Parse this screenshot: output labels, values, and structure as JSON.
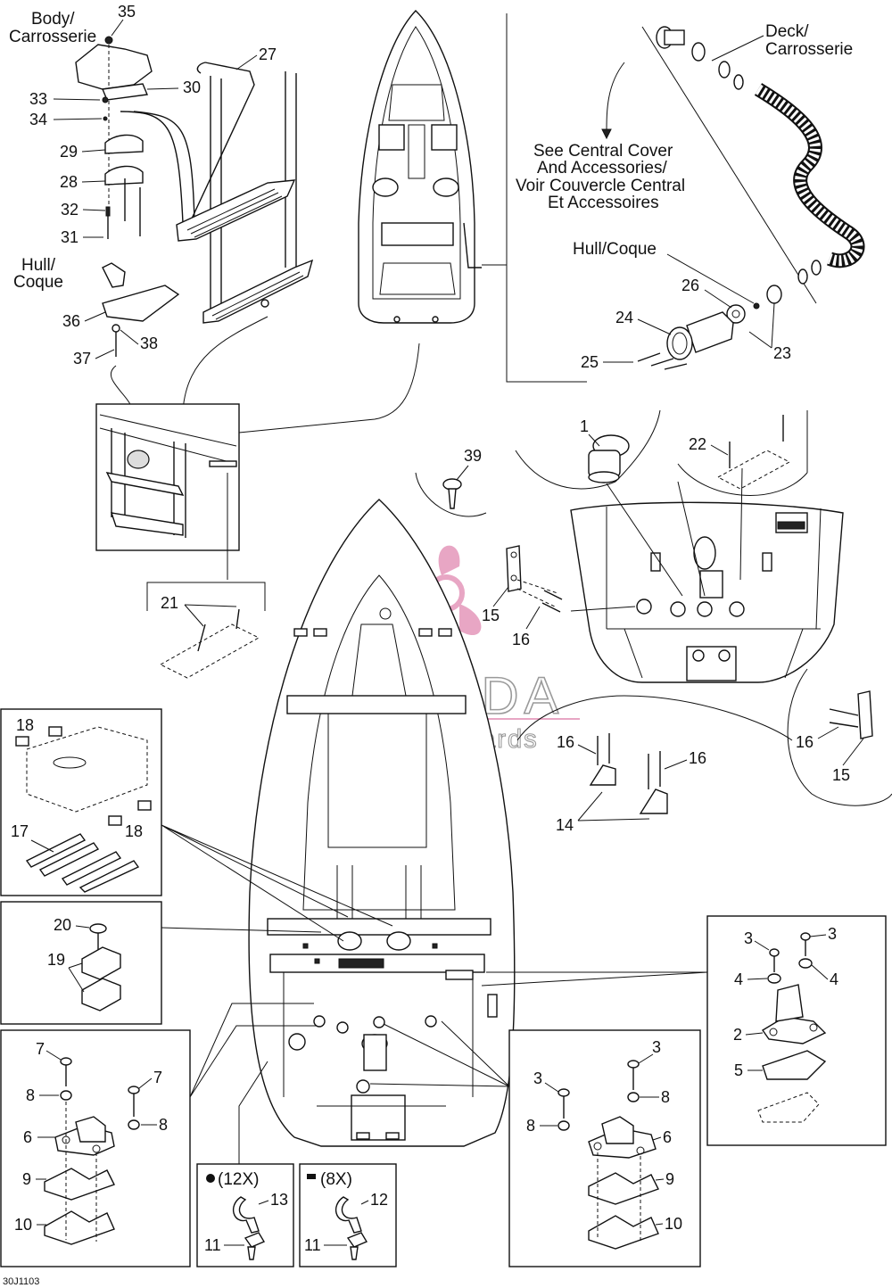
{
  "labels": {
    "body_carrosserie_1": "Body/",
    "body_carrosserie_2": "Carrosserie",
    "deck_carrosserie_1": "Deck/",
    "deck_carrosserie_2": "Carrosserie",
    "hull_coque_left_1": "Hull/",
    "hull_coque_left_2": "Coque",
    "hull_coque_right": "Hull/Coque",
    "see_central_1": "See Central Cover",
    "see_central_2": "And Accessories/",
    "see_central_3": "Voir Couvercle Central",
    "see_central_4": "Et Accessoires",
    "qty_12x": "(12X)",
    "qty_8x": "(8X)",
    "figure_code": "30J1103"
  },
  "watermark": {
    "brand": "ARMADA",
    "tagline": "marine outboards",
    "brand_color": "#e8a6c4"
  },
  "callouts": {
    "n35": "35",
    "n27": "27",
    "n30": "30",
    "n33": "33",
    "n34": "34",
    "n29": "29",
    "n28": "28",
    "n32": "32",
    "n31": "31",
    "n36": "36",
    "n38": "38",
    "n37": "37",
    "n21": "21",
    "n39": "39",
    "n1": "1",
    "n22": "22",
    "n26": "26",
    "n24": "24",
    "n23": "23",
    "n25": "25",
    "n15a": "15",
    "n16a": "16",
    "n16b": "16",
    "n16c": "16",
    "n14": "14",
    "n16d": "16",
    "n15b": "15",
    "n18a": "18",
    "n18b": "18",
    "n17": "17",
    "n20": "20",
    "n19": "19",
    "n3a": "3",
    "n3b": "3",
    "n4a": "4",
    "n4b": "4",
    "n2": "2",
    "n5": "5",
    "n7a": "7",
    "n7b": "7",
    "n8a": "8",
    "n8b": "8",
    "n6a": "6",
    "n9a": "9",
    "n10a": "10",
    "n13": "13",
    "n11a": "11",
    "n12": "12",
    "n11b": "11",
    "n3c": "3",
    "n3d": "3",
    "n8c": "8",
    "n8d": "8",
    "n6b": "6",
    "n9b": "9",
    "n10b": "10"
  }
}
